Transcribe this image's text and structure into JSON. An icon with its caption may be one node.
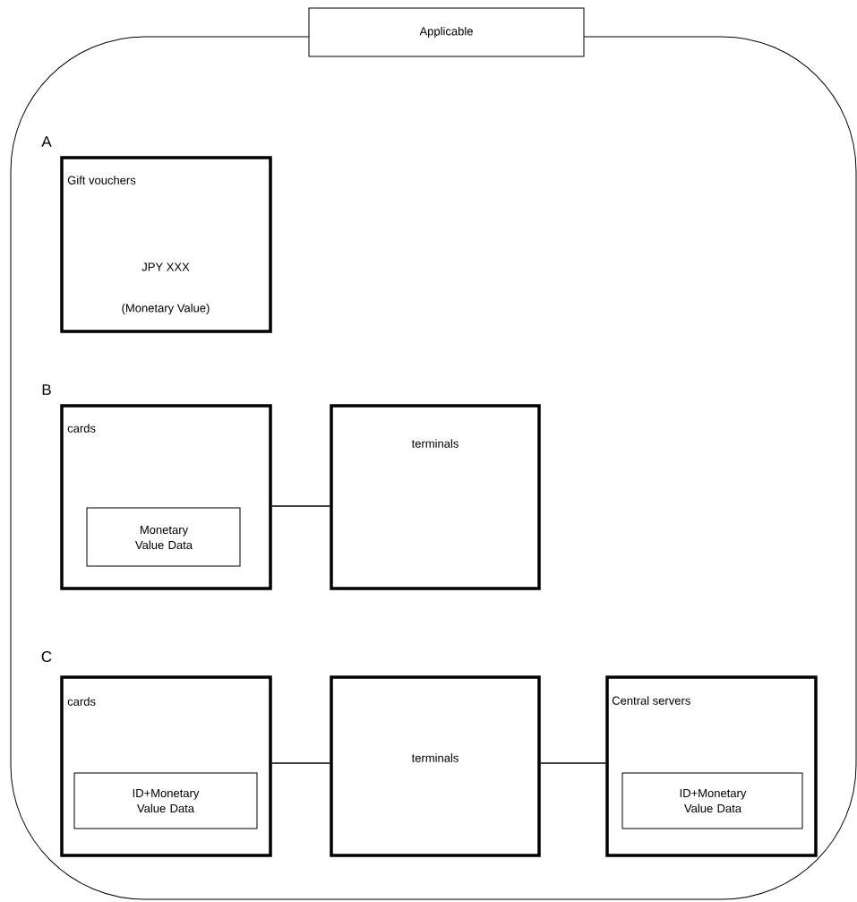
{
  "diagram": {
    "nodes": [
      {
        "text": [
          "Applicable"
        ]
      },
      {
        "text": [
          "Gift vouchers",
          "JPY XXX",
          "(Monetary Value)"
        ],
        "in": 0
      },
      {
        "text": [
          "cards"
        ],
        "in": 0
      },
      {
        "text": [
          "Monetary Value Data"
        ],
        "in": 2
      },
      {
        "text": [
          "terminals"
        ],
        "in": 0
      },
      {
        "text": [
          "cards"
        ],
        "in": 0
      },
      {
        "text": [
          "ID+Monetary Value Data"
        ],
        "in": 5
      },
      {
        "text": [
          "terminals"
        ],
        "in": 0
      },
      {
        "text": [
          "Central servers"
        ],
        "in": 0
      },
      {
        "text": [
          "ID+Monetary Value Data"
        ],
        "in": 8
      }
    ],
    "edges": [
      {
        "from": 2,
        "to": 4,
        "arrow": "none"
      },
      {
        "from": 5,
        "to": 7,
        "arrow": "none"
      },
      {
        "from": 7,
        "to": 8,
        "arrow": "none"
      }
    ],
    "labels": [
      "A",
      "B",
      "C"
    ]
  }
}
